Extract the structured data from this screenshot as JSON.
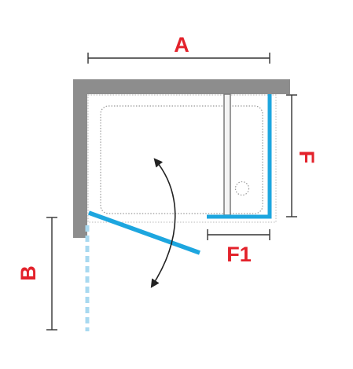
{
  "labels": {
    "a": "A",
    "b": "B",
    "f": "F",
    "f1": "F1"
  },
  "colors": {
    "dimension_label": "#e3222b",
    "glass": "#1da6df",
    "wall": "#8d8d8d",
    "dimension_line": "#333333",
    "tray_outline": "#9a9a9a"
  }
}
